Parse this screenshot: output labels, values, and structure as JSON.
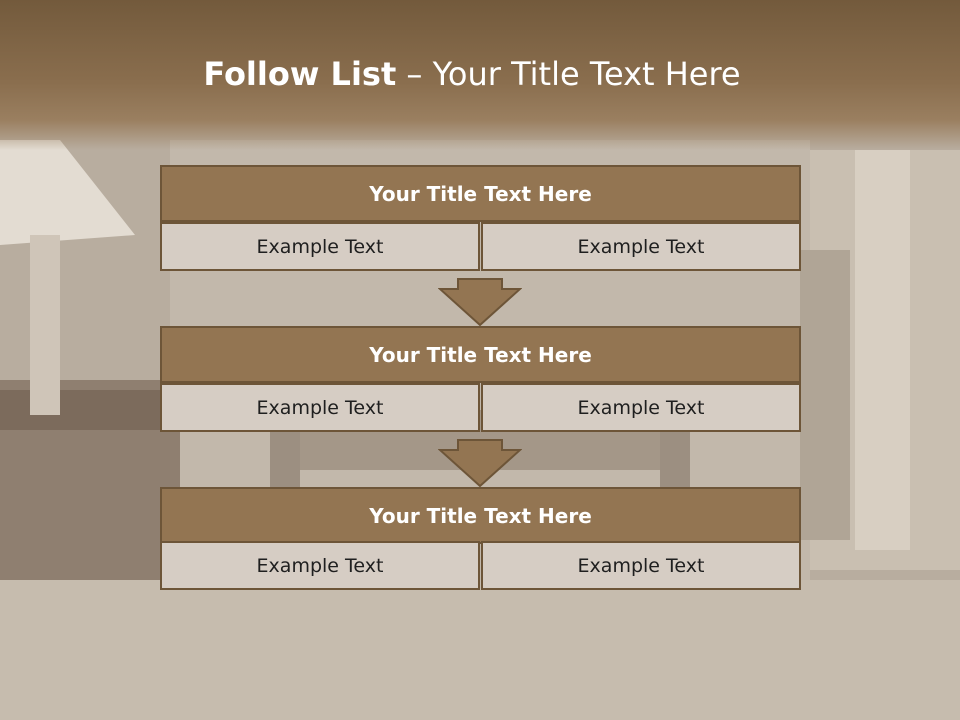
{
  "slide": {
    "title_bold": "Follow List",
    "title_rest": " – Your Title Text Here",
    "colors": {
      "band": "#8a6e4e",
      "header": "#937552",
      "cell": "#d6cdc4",
      "border": "#6d5538"
    },
    "rows": [
      {
        "title": "Your Title Text Here",
        "left": "Example Text",
        "right": "Example Text"
      },
      {
        "title": "Your Title Text Here",
        "left": "Example Text",
        "right": "Example Text"
      },
      {
        "title": "Your Title Text Here",
        "left": "Example Text",
        "right": "Example Text"
      }
    ],
    "arrows": [
      "down-arrow-icon",
      "down-arrow-icon"
    ]
  }
}
